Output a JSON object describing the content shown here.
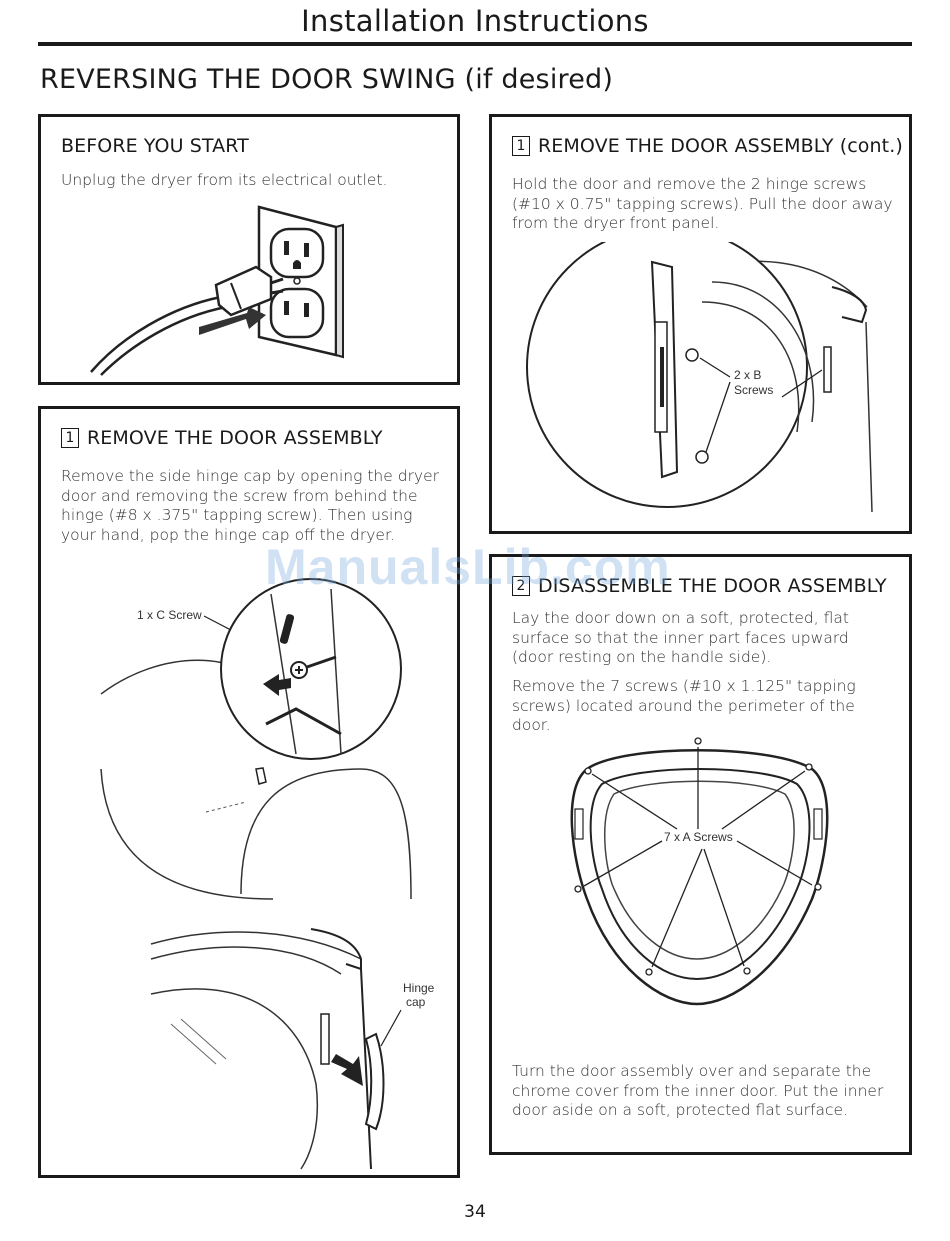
{
  "header": {
    "title": "Installation Instructions"
  },
  "section": {
    "title": "REVERSING THE DOOR SWING (if desired)"
  },
  "before_start": {
    "heading": "BEFORE YOU START",
    "text": "Unplug the dryer from its electrical outlet."
  },
  "remove_door": {
    "step": "1",
    "heading": "REMOVE THE DOOR ASSEMBLY",
    "text": "Remove the side hinge cap by opening the dryer door and removing the screw from behind the hinge (#8 x .375\" tapping screw). Then using your hand, pop the hinge cap off the dryer.",
    "label_screw": "1 x C Screw",
    "label_hinge_1": "Hinge",
    "label_hinge_2": "cap"
  },
  "remove_door_cont": {
    "step": "1",
    "heading": "REMOVE THE DOOR ASSEMBLY (cont.)",
    "text": "Hold the door and remove the 2 hinge screws (#10 x 0.75\" tapping screws). Pull the door away from the dryer front panel.",
    "label_screws_1": "2 x B",
    "label_screws_2": "Screws"
  },
  "disassemble": {
    "step": "2",
    "heading": "DISASSEMBLE THE DOOR ASSEMBLY",
    "text1": "Lay the door down on a soft, protected, flat surface so that the inner part faces upward (door resting on the handle side).",
    "text2": "Remove the 7 screws (#10 x 1.125\" tapping screws) located around the perimeter of the door.",
    "label_screws": "7 x A Screws",
    "text3": "Turn the door assembly over and separate the chrome cover from the inner door. Put the inner door aside on a soft, protected flat surface."
  },
  "watermark": "ManualsLib.com",
  "page_number": "34"
}
